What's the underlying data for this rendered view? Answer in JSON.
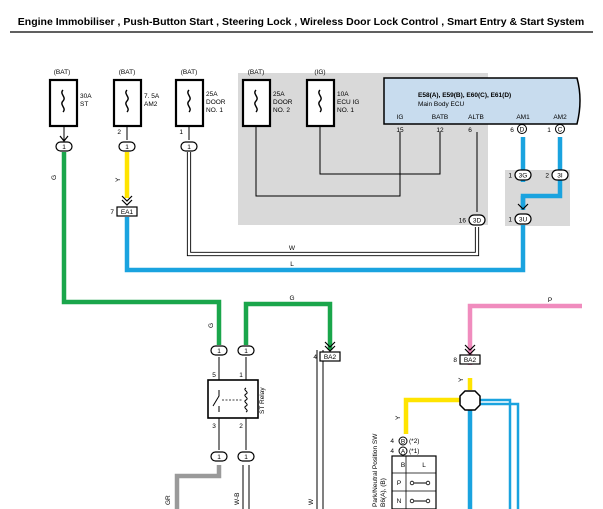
{
  "title": "Engine Immobiliser , Push-Button Start , Steering Lock , Wireless Door Lock Control , Smart Entry & Start System",
  "fuses": [
    {
      "source": "(BAT)",
      "rating": "30A",
      "name": "ST",
      "pin": "1"
    },
    {
      "source": "(BAT)",
      "rating": "7. 5A",
      "name": "AM2",
      "pin": "2"
    },
    {
      "source": "(BAT)",
      "rating": "25A",
      "name": "DOOR",
      "name2": "NO. 1",
      "pin": "1"
    },
    {
      "source": "(BAT)",
      "rating": "25A",
      "name": "DOOR",
      "name2": "NO. 2"
    },
    {
      "source": "(IG)",
      "rating": "10A",
      "name": "ECU IG",
      "name2": "NO. 1"
    }
  ],
  "ecu": {
    "title": "E58(A), E59(B), E60(C), E61(D)",
    "subtitle": "Main Body ECU",
    "pin_labels": [
      "IG",
      "BATB",
      "ALTB",
      "AM1",
      "AM2"
    ],
    "pin_numbers": [
      "15",
      "12",
      "6",
      "6",
      "1"
    ],
    "am1_conn": "D",
    "am2_conn": "C"
  },
  "connectors": {
    "ea1": {
      "id": "EA1",
      "pin": "7"
    },
    "c3d": {
      "id": "3D",
      "pin": "16"
    },
    "c3g": {
      "id": "3G",
      "pin": "1"
    },
    "c3i": {
      "id": "3I",
      "pin": "2"
    },
    "c3u": {
      "id": "3U",
      "pin": "1"
    },
    "ba2_left": {
      "id": "BA2",
      "pin": "4"
    },
    "ba2_right": {
      "id": "BA2",
      "pin": "8"
    },
    "round_one": "1"
  },
  "wire_colors": {
    "g": "G",
    "y": "Y",
    "w": "W",
    "l": "L",
    "p": "P",
    "gr": "GR",
    "wb": "W-B"
  },
  "relay": {
    "name": "ST Relay",
    "pins": [
      "5",
      "1",
      "3",
      "2"
    ]
  },
  "park_switch": {
    "label": "Park/Neutral Position SW",
    "code": "B6(A), (B)",
    "pin_b": "B",
    "pin_a": "A",
    "pin_num": "4",
    "note_b": "(*2)",
    "note_a": "(*1)",
    "col_headers": [
      "B",
      "L"
    ],
    "rows": [
      "P",
      "N"
    ]
  },
  "colors": {
    "green": "#1aa64b",
    "yellow": "#ffe400",
    "blue": "#1aa3df",
    "pink": "#f08cbe",
    "gray": "#9a9a9a",
    "shade": "#d9d9d9",
    "ecu_fill": "#c8dcee"
  }
}
